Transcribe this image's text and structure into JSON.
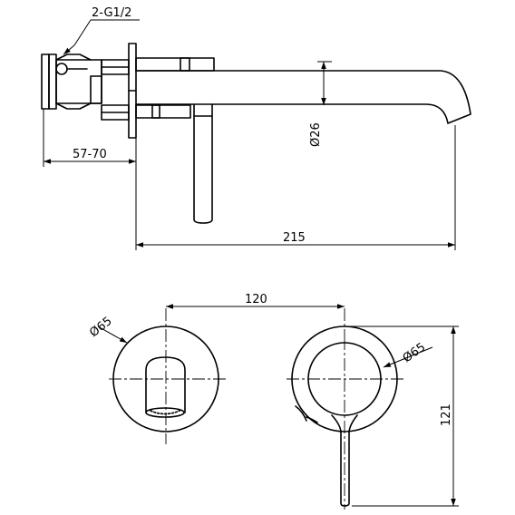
{
  "dimensions": {
    "thread": "2-G1/2",
    "wall_depth": "57-70",
    "spout_length": "215",
    "spout_diameter": "Ø26",
    "plate_diameter_left": "Ø65",
    "centers": "120",
    "plate_diameter_right": "Ø65",
    "height": "121"
  }
}
